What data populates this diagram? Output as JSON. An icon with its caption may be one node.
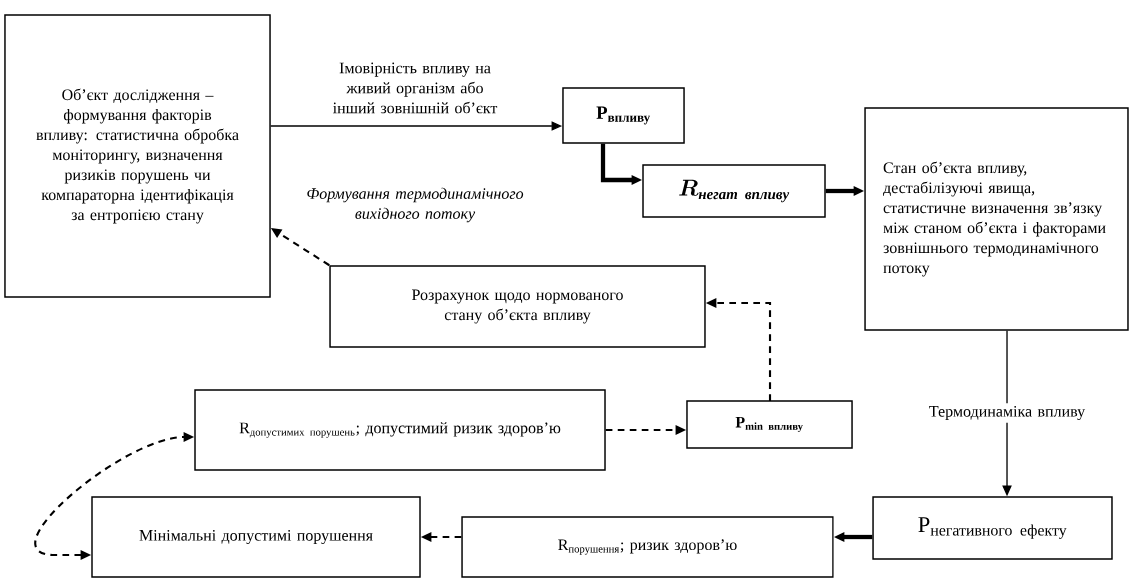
{
  "diagram": {
    "nodes": [
      {
        "text": [
          "Об’єкт дослідження – формування факторів впливу: статистична обробка моніторингу, визначення ризиків порушень чи компараторна ідентифікація за ентропією стану"
        ]
      },
      {
        "text": [
          "\\textbf{P}_{\\textbf{впливу}}"
        ]
      },
      {
        "text": [
          "\\boldsymbol{R}_{\\textbf{\\textit{негат}}\\ \\textit{впливу}}"
        ]
      },
      {
        "text": [
          "Стан об’єкта впливу, дестабілізуючі явища, статистичне визначення зв’язку між станом об’єкта і факторами зовнішнього термодинамічного потоку"
        ]
      },
      {
        "text": [
          "Розрахунок щодо нормованого стану об’єкта впливу"
        ]
      },
      {
        "text": [
          "\\text{R}_{\\text{допустимих порушень}}\\text{; допустимий ризик здоров’ю}"
        ]
      },
      {
        "text": [
          "\\textbf{P}_{\\textbf{min впливу}}"
        ]
      },
      {
        "text": [
          "Мінімальні допустимі порушення"
        ]
      },
      {
        "text": [
          "\\text{R}_{\\text{порушення}}\\text{; ризик здоров’ю}"
        ]
      },
      {
        "text": [
          "\\text{P}_{\\text{негативного ефекту}}"
        ]
      }
    ],
    "edges": [
      {
        "from": 0,
        "to": 1,
        "arrow": "to",
        "label": "Імовірність впливу на живий організм або інший зовнішній об’єкт"
      },
      {
        "from": 1,
        "to": 2,
        "arrow": "to",
        "style": "thick"
      },
      {
        "from": 2,
        "to": 3,
        "arrow": "to",
        "style": "thick"
      },
      {
        "from": 3,
        "to": 9,
        "arrow": "to",
        "label": "Термодинаміка впливу"
      },
      {
        "from": 9,
        "to": 8,
        "arrow": "to",
        "style": "thick"
      },
      {
        "from": 8,
        "to": 7,
        "arrow": "to",
        "style": "dashed"
      },
      {
        "from": 7,
        "to": 5,
        "arrow": "both",
        "style": "dashed"
      },
      {
        "from": 5,
        "to": 6,
        "arrow": "to",
        "style": "dashed"
      },
      {
        "from": 6,
        "to": 4,
        "arrow": "to",
        "style": "dashed"
      },
      {
        "from": 4,
        "to": 0,
        "arrow": "to",
        "style": "dashed"
      }
    ],
    "labels": [
      "Формування термодинамічного вихідного потоку"
    ]
  }
}
